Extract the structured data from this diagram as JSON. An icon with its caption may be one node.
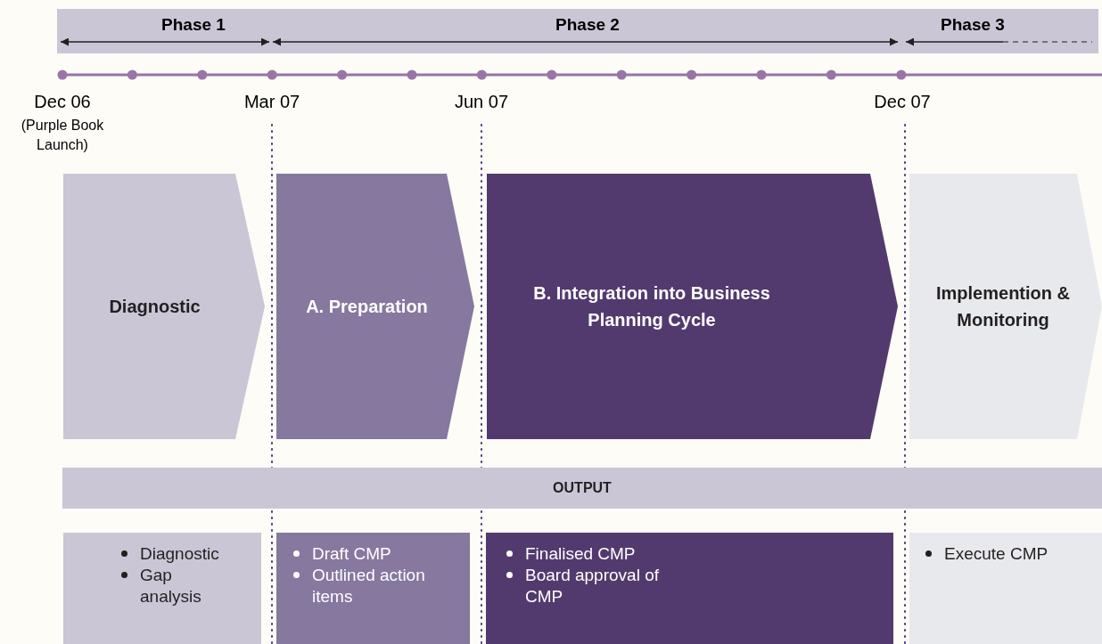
{
  "diagram": {
    "nodes": [
      {
        "text": [
          "Diagnostic"
        ]
      },
      {
        "text": [
          "A. Preparation"
        ]
      },
      {
        "text": [
          "B. Integration into Business Planning Cycle"
        ]
      },
      {
        "text": [
          "Implemention & Monitoring"
        ]
      },
      {
        "text": [
          "OUTPUT"
        ]
      },
      {
        "text": [
          "Diagnostic",
          "Gap analysis"
        ]
      },
      {
        "text": [
          "Draft CMP",
          "Outlined action items"
        ]
      },
      {
        "text": [
          "Finalised CMP",
          "Board approval of CMP"
        ]
      },
      {
        "text": [
          "Execute CMP"
        ]
      }
    ],
    "labels": [
      "Phase 1",
      "Phase 2",
      "Phase 3",
      "Dec 06",
      "(Purple Book Launch)",
      "Mar 07",
      "Jun 07",
      "Dec 07"
    ]
  }
}
